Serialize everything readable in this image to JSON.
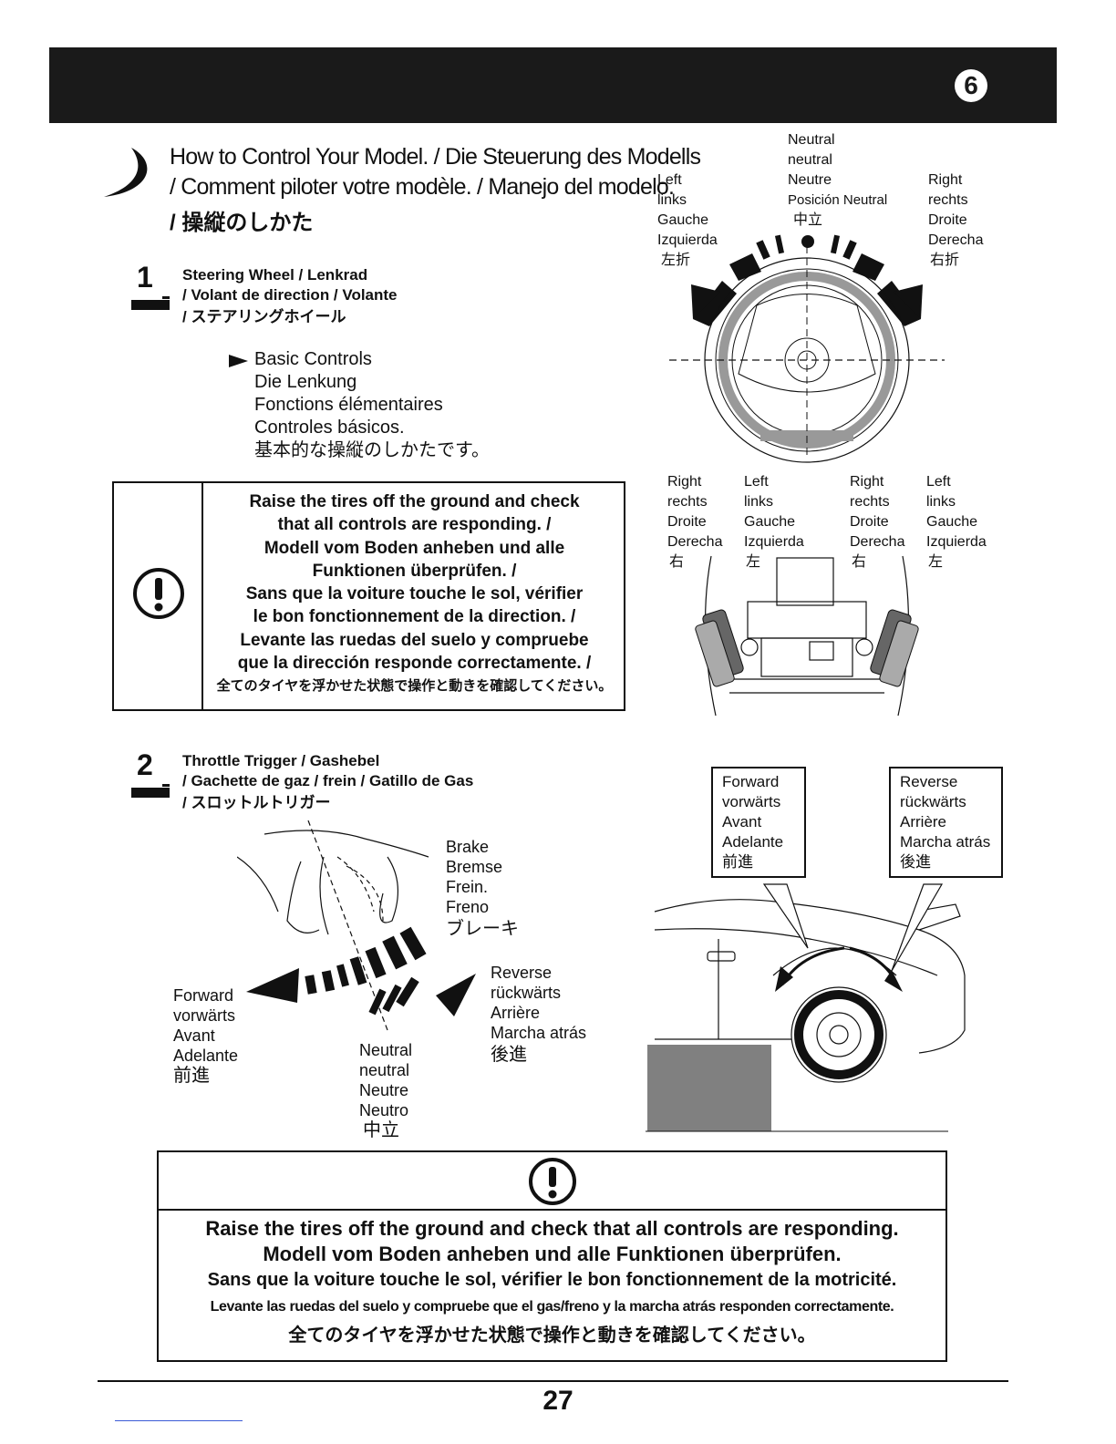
{
  "header": {
    "step_badge": "6"
  },
  "title": {
    "line1": "How to Control Your Model. / Die Steuerung des Modells",
    "line2": "/ Comment piloter votre modèle. / Manejo del modelo.",
    "line3": "/ 操縦のしかた"
  },
  "step1": {
    "number": "1",
    "line1": "Steering Wheel / Lenkrad",
    "line2": "/ Volant de direction / Volante",
    "line3": "/ ステアリングホイール",
    "basic": [
      "Basic Controls",
      "Die Lenkung",
      "Fonctions élémentaires",
      "Controles básicos.",
      "基本的な操縦のしかたです。"
    ]
  },
  "wheel_labels": {
    "neutral": [
      "Neutral",
      "neutral",
      "Neutre",
      "Posición Neutral",
      "中立"
    ],
    "left": [
      "Left",
      "links",
      "Gauche",
      "Izquierda",
      "左折"
    ],
    "right": [
      "Right",
      "rechts",
      "Droite",
      "Derecha",
      "右折"
    ]
  },
  "wheel_result_labels": {
    "right_a": [
      "Right",
      "rechts",
      "Droite",
      "Derecha",
      "右"
    ],
    "left_a": [
      "Left",
      "links",
      "Gauche",
      "Izquierda",
      "左"
    ],
    "right_b": [
      "Right",
      "rechts",
      "Droite",
      "Derecha",
      "右"
    ],
    "left_b": [
      "Left",
      "links",
      "Gauche",
      "Izquierda",
      "左"
    ]
  },
  "warning1": [
    "Raise the tires off the ground and check",
    "that all controls are responding. /",
    "Modell vom Boden anheben und alle",
    "Funktionen überprüfen. /",
    "Sans que la voiture touche le sol, vérifier",
    "le bon fonctionnement de la direction. /",
    "Levante las ruedas del suelo y compruebe",
    "que la dirección responde correctamente. /",
    "全てのタイヤを浮かせた状態で操作と動きを確認してください。"
  ],
  "step2": {
    "number": "2",
    "line1": "Throttle Trigger / Gashebel",
    "line2": "/ Gachette de gaz / frein / Gatillo de Gas",
    "line3": "/ スロットルトリガー"
  },
  "trigger_labels": {
    "brake": [
      "Brake",
      "Bremse",
      "Frein.",
      "Freno",
      "ブレーキ"
    ],
    "reverse": [
      "Reverse",
      "rückwärts",
      "Arrière",
      "Marcha atrás",
      "後進"
    ],
    "forward": [
      "Forward",
      "vorwärts",
      "Avant",
      "Adelante",
      "前進"
    ],
    "neutral": [
      "Neutral",
      "neutral",
      "Neutre",
      "Neutro",
      "中立"
    ]
  },
  "car_callouts": {
    "forward": [
      "Forward",
      "vorwärts",
      "Avant",
      "Adelante",
      "前進"
    ],
    "reverse": [
      "Reverse",
      "rückwärts",
      "Arrière",
      "Marcha atrás",
      "後進"
    ]
  },
  "warning2": [
    "Raise the tires off the ground and check that all controls are responding.",
    "Modell vom Boden anheben und alle Funktionen überprüfen.",
    "Sans que la voiture touche le sol, vérifier le bon fonctionnement de la motricité.",
    "Levante las ruedas del suelo y compruebe que el gas/freno y la marcha atrás responden correctamente.",
    "全てのタイヤを浮かせた状態で操作と動きを確認してください。"
  ],
  "page_number": "27"
}
